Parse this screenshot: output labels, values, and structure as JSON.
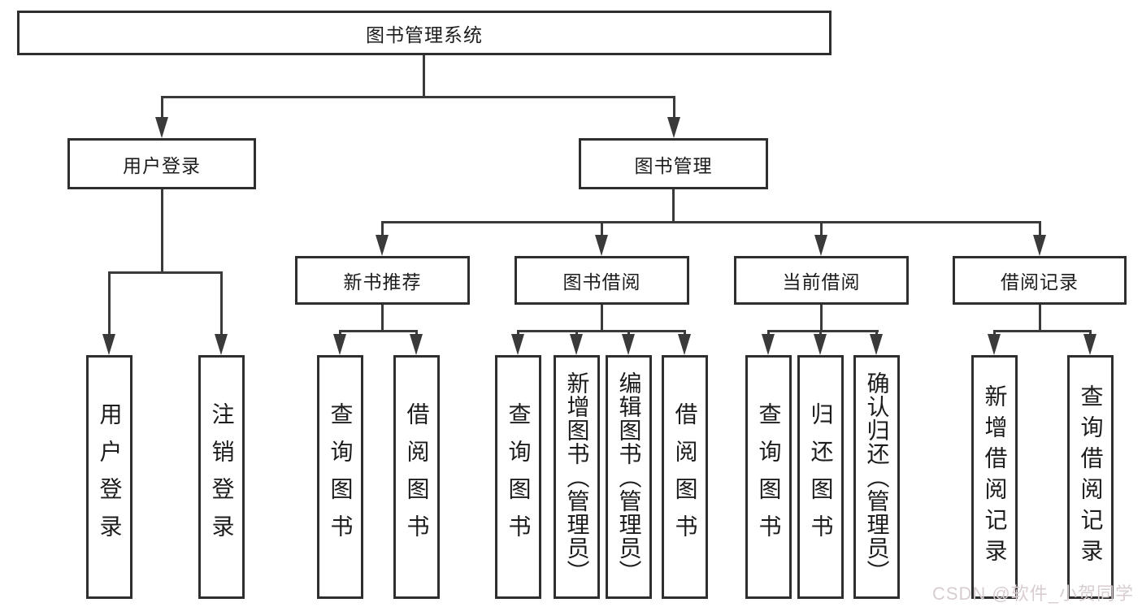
{
  "diagram": {
    "title": "图书管理系统",
    "root": {
      "label": "图书管理系统"
    },
    "level1": [
      {
        "id": "user-login",
        "label": "用户登录",
        "parent": "图书管理系统"
      },
      {
        "id": "book-management",
        "label": "图书管理",
        "parent": "图书管理系统"
      }
    ],
    "level2": [
      {
        "id": "new-book-recommendation",
        "label": "新书推荐",
        "parent": "图书管理"
      },
      {
        "id": "book-borrowing",
        "label": "图书借阅",
        "parent": "图书管理"
      },
      {
        "id": "current-borrowing",
        "label": "当前借阅",
        "parent": "图书管理"
      },
      {
        "id": "borrowing-records",
        "label": "借阅记录",
        "parent": "图书管理"
      }
    ],
    "leaves": [
      {
        "id": "user-login-leaf",
        "label": "用户登录",
        "parent": "用户登录"
      },
      {
        "id": "logout-leaf",
        "label": "注销登录",
        "parent": "用户登录"
      },
      {
        "id": "query-books-1",
        "label": "查询图书",
        "parent": "新书推荐"
      },
      {
        "id": "borrow-books-1",
        "label": "借阅图书",
        "parent": "新书推荐"
      },
      {
        "id": "query-books-2",
        "label": "查询图书",
        "parent": "图书借阅"
      },
      {
        "id": "add-books-admin",
        "label": "新增图书（管理员）",
        "parent": "图书借阅"
      },
      {
        "id": "edit-books-admin",
        "label": "编辑图书（管理员）",
        "parent": "图书借阅"
      },
      {
        "id": "borrow-books-2",
        "label": "借阅图书",
        "parent": "图书借阅"
      },
      {
        "id": "query-books-3",
        "label": "查询图书",
        "parent": "当前借阅"
      },
      {
        "id": "return-books",
        "label": "归还图书",
        "parent": "当前借阅"
      },
      {
        "id": "confirm-return-admin",
        "label": "确认归还（管理员）",
        "parent": "当前借阅"
      },
      {
        "id": "add-borrow-record",
        "label": "新增借阅记录",
        "parent": "借阅记录"
      },
      {
        "id": "query-borrow-record",
        "label": "查询借阅记录",
        "parent": "借阅记录"
      }
    ],
    "watermark": "CSDN @软件_小贺同学",
    "colors": {
      "background": "#ffffff",
      "line": "#3a3a3a",
      "box_border": "#2e2e2e",
      "text": "#1c1c1c",
      "watermark": "#d8cdd0"
    }
  }
}
